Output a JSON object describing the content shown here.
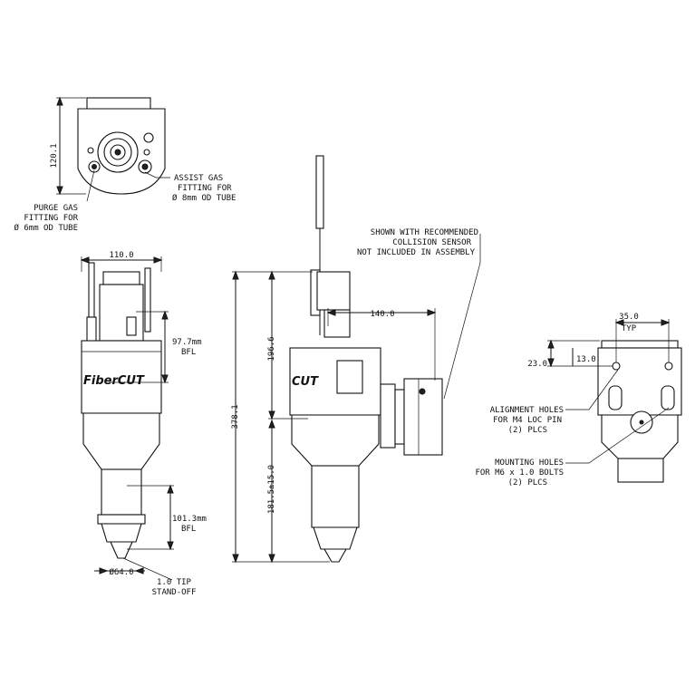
{
  "top_view": {
    "dim_height": "120.1",
    "purge_gas": [
      "PURGE GAS",
      "FITTING FOR",
      "Ø 6mm OD TUBE"
    ],
    "assist_gas": [
      "ASSIST GAS",
      "FITTING FOR",
      "Ø 8mm OD TUBE"
    ]
  },
  "front_view": {
    "dim_width": "110.0",
    "dim_upper_bfl": [
      "97.7mm",
      "BFL"
    ],
    "dim_lower_bfl": [
      "101.3mm",
      "BFL"
    ],
    "dim_diameter": "Ø64.0",
    "tip_standoff": [
      "1.0 TIP",
      "STAND-OFF"
    ],
    "logo_text": "FiberCUT"
  },
  "side_view": {
    "dim_overall": "378.1",
    "dim_upper": "196.6",
    "dim_lower": "181.5±15.0",
    "dim_sensor": "140.0",
    "sensor_note": [
      "SHOWN WITH RECOMMENDED",
      "COLLISION SENSOR",
      "NOT INCLUDED IN ASSEMBLY"
    ],
    "logo_text": "CUT"
  },
  "back_view": {
    "dim_top": [
      "35.0",
      "TYP"
    ],
    "dim_a": "23.0",
    "dim_b": "13.0",
    "alignment_note": [
      "ALIGNMENT HOLES",
      "FOR M4 LOC PIN",
      "(2) PLCS"
    ],
    "mounting_note": [
      "MOUNTING HOLES",
      "FOR M6 x 1.0 BOLTS",
      "(2) PLCS"
    ]
  }
}
